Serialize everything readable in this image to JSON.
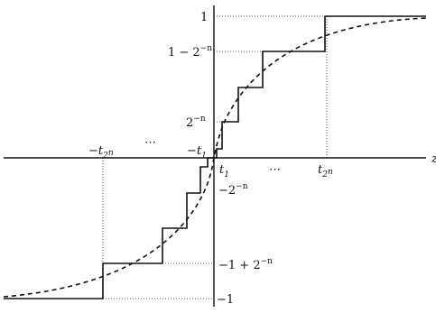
{
  "labels": {
    "axis_var": "z",
    "y_one": "1",
    "y_one_minus": {
      "main": "1 − 2",
      "sup": "−n"
    },
    "y_pos_small": {
      "main": "2",
      "sup": "−n"
    },
    "y_neg_small": {
      "main": "−2",
      "sup": "−n"
    },
    "y_neg_one_plus": {
      "main": "−1 + 2",
      "sup": "−n"
    },
    "y_neg_one": "−1",
    "neg_t1": {
      "main": "−t",
      "sub": "1"
    },
    "neg_t2n": {
      "main": "−t",
      "sub": "2",
      "subsup": "n"
    },
    "t1": {
      "main": "t",
      "sub": "1"
    },
    "t2n": {
      "main": "t",
      "sub": "2",
      "subsup": "n"
    },
    "dots_left": "⋯",
    "dots_right": "⋯"
  }
}
